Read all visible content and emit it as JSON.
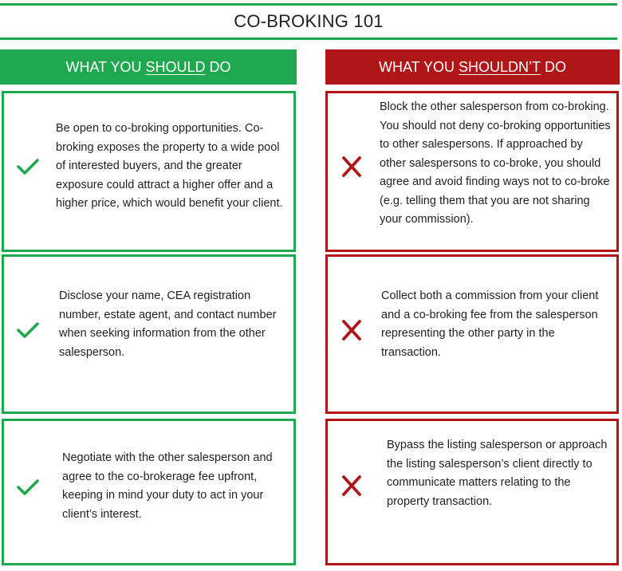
{
  "title": "CO-BROKING 101",
  "should": {
    "header_pre": "WHAT YOU ",
    "header_u": "SHOULD",
    "header_post": " DO",
    "icon": "check-icon",
    "color": "#1fa84f",
    "items": [
      {
        "text": "Be open to co-broking opportunities. Co-broking exposes the property to a wide pool of interested buyers, and the greater exposure could attract a higher offer and a higher price, which would benefit your client."
      },
      {
        "text": "Disclose your name, CEA registration number, estate agent, and contact number when seeking information from the other salesperson."
      },
      {
        "text": "Negotiate with the other salesperson and agree to the co-brokerage fee upfront, keeping in mind your duty to act in your client’s interest."
      }
    ]
  },
  "shouldnt": {
    "header_pre": "WHAT YOU ",
    "header_u": "SHOULDN’T",
    "header_post": " DO",
    "icon": "cross-icon",
    "color": "#b01517",
    "items": [
      {
        "text": "Block the other salesperson from co-broking. You should not deny co-broking opportunities to other salespersons. If approached by other salespersons to co-broke, you should agree and avoid finding ways not to co-broke (e.g. telling them that you are not sharing your commission)."
      },
      {
        "text": "Collect both a commission from your client and a co-broking fee from the salesperson representing the other party in the transaction."
      },
      {
        "text": "Bypass the listing salesperson or approach the listing salesperson’s client directly to communicate matters relating to the property transaction."
      }
    ]
  }
}
